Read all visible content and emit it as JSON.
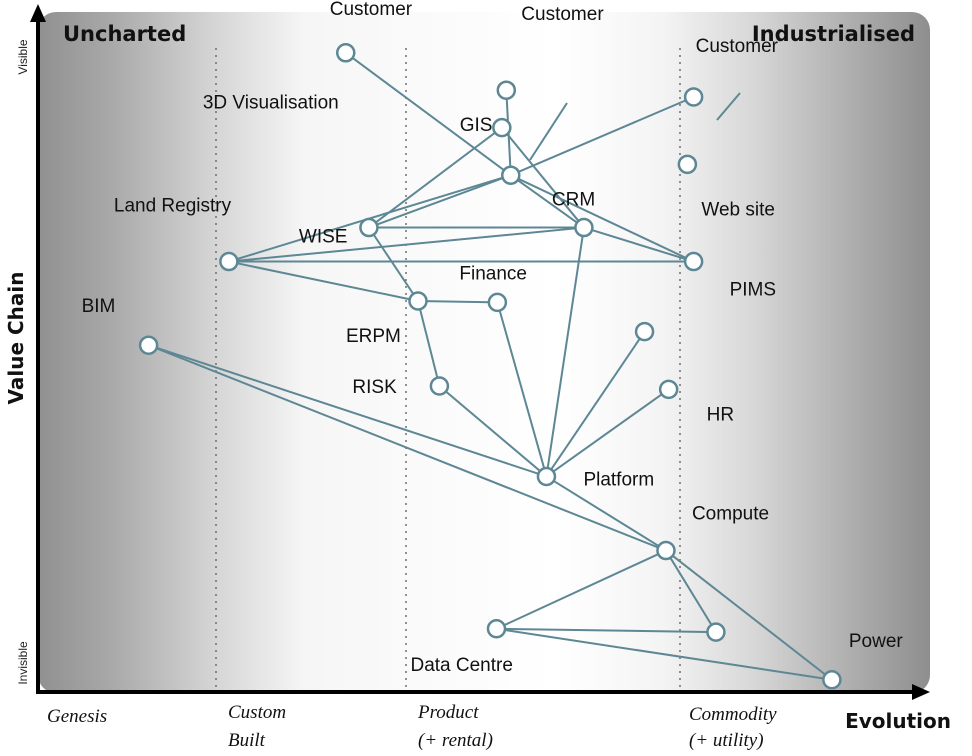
{
  "corners": {
    "left": "Uncharted",
    "right": "Industrialised"
  },
  "axes": {
    "y_title": "Value Chain",
    "y_top": "Visible",
    "y_bottom": "Invisible",
    "x_title": "Evolution"
  },
  "stages": [
    {
      "line1": "Genesis",
      "line2": ""
    },
    {
      "line1": "Custom",
      "line2": "Built"
    },
    {
      "line1": "Product",
      "line2": "(+ rental)"
    },
    {
      "line1": "Commodity",
      "line2": "(+ utility)"
    }
  ],
  "components": [
    {
      "label": "Customer",
      "evolution": 0.345,
      "visibility": 0.06
    },
    {
      "label": "Customer",
      "evolution": 0.525,
      "visibility": 0.115
    },
    {
      "label": "Customer",
      "evolution": 0.735,
      "visibility": 0.125
    },
    {
      "label": "3D Visualisation",
      "evolution": 0.52,
      "visibility": 0.17
    },
    {
      "label": "GIS",
      "evolution": 0.53,
      "visibility": 0.24
    },
    {
      "label": "Web site",
      "evolution": 0.728,
      "visibility": 0.224
    },
    {
      "label": "CRM",
      "evolution": 0.612,
      "visibility": 0.317
    },
    {
      "label": "Land Registry",
      "evolution": 0.214,
      "visibility": 0.367
    },
    {
      "label": "WISE",
      "evolution": 0.371,
      "visibility": 0.317
    },
    {
      "label": "PIMS",
      "evolution": 0.735,
      "visibility": 0.367
    },
    {
      "label": "ERPM",
      "evolution": 0.426,
      "visibility": 0.425
    },
    {
      "label": "Finance",
      "evolution": 0.515,
      "visibility": 0.427
    },
    {
      "label": "BIM",
      "evolution": 0.124,
      "visibility": 0.49
    },
    {
      "label": "RISK",
      "evolution": 0.45,
      "visibility": 0.55
    },
    {
      "label": "",
      "evolution": 0.68,
      "visibility": 0.47
    },
    {
      "label": "HR",
      "evolution": 0.707,
      "visibility": 0.555
    },
    {
      "label": "Platform",
      "evolution": 0.57,
      "visibility": 0.683
    },
    {
      "label": "Compute",
      "evolution": 0.704,
      "visibility": 0.792
    },
    {
      "label": "Data Centre",
      "evolution": 0.514,
      "visibility": 0.907
    },
    {
      "label": "",
      "evolution": 0.76,
      "visibility": 0.912
    },
    {
      "label": "Power",
      "evolution": 0.89,
      "visibility": 0.982
    }
  ],
  "links": [
    [
      0,
      4
    ],
    [
      1,
      4
    ],
    [
      2,
      4
    ],
    [
      4,
      7
    ],
    [
      4,
      8
    ],
    [
      4,
      6
    ],
    [
      4,
      9
    ],
    [
      8,
      6
    ],
    [
      8,
      3
    ],
    [
      6,
      3
    ],
    [
      7,
      6
    ],
    [
      7,
      9
    ],
    [
      7,
      10
    ],
    [
      6,
      9
    ],
    [
      8,
      10
    ],
    [
      10,
      11
    ],
    [
      10,
      13
    ],
    [
      11,
      16
    ],
    [
      13,
      16
    ],
    [
      6,
      16
    ],
    [
      14,
      16
    ],
    [
      15,
      16
    ],
    [
      12,
      16
    ],
    [
      12,
      17
    ],
    [
      16,
      17
    ],
    [
      17,
      18
    ],
    [
      17,
      19
    ],
    [
      17,
      20
    ],
    [
      18,
      19
    ],
    [
      18,
      20
    ]
  ]
}
